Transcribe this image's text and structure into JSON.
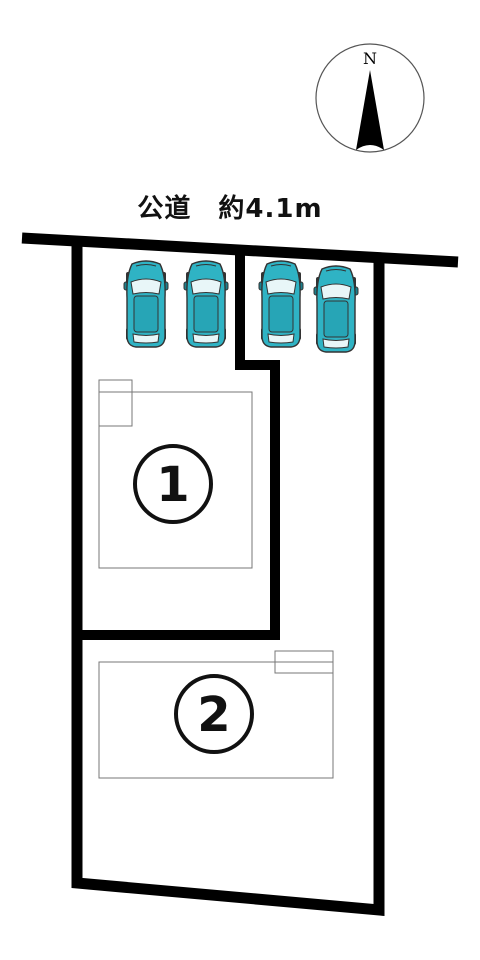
{
  "compass": {
    "north_label": "N",
    "icon": "north-arrow-icon"
  },
  "road": {
    "label": "公道　約4.1m"
  },
  "lots": [
    {
      "number": "1"
    },
    {
      "number": "2"
    }
  ],
  "parking": {
    "car_count": 4,
    "car_color": "#2fb3c4",
    "icon": "car-icon"
  }
}
